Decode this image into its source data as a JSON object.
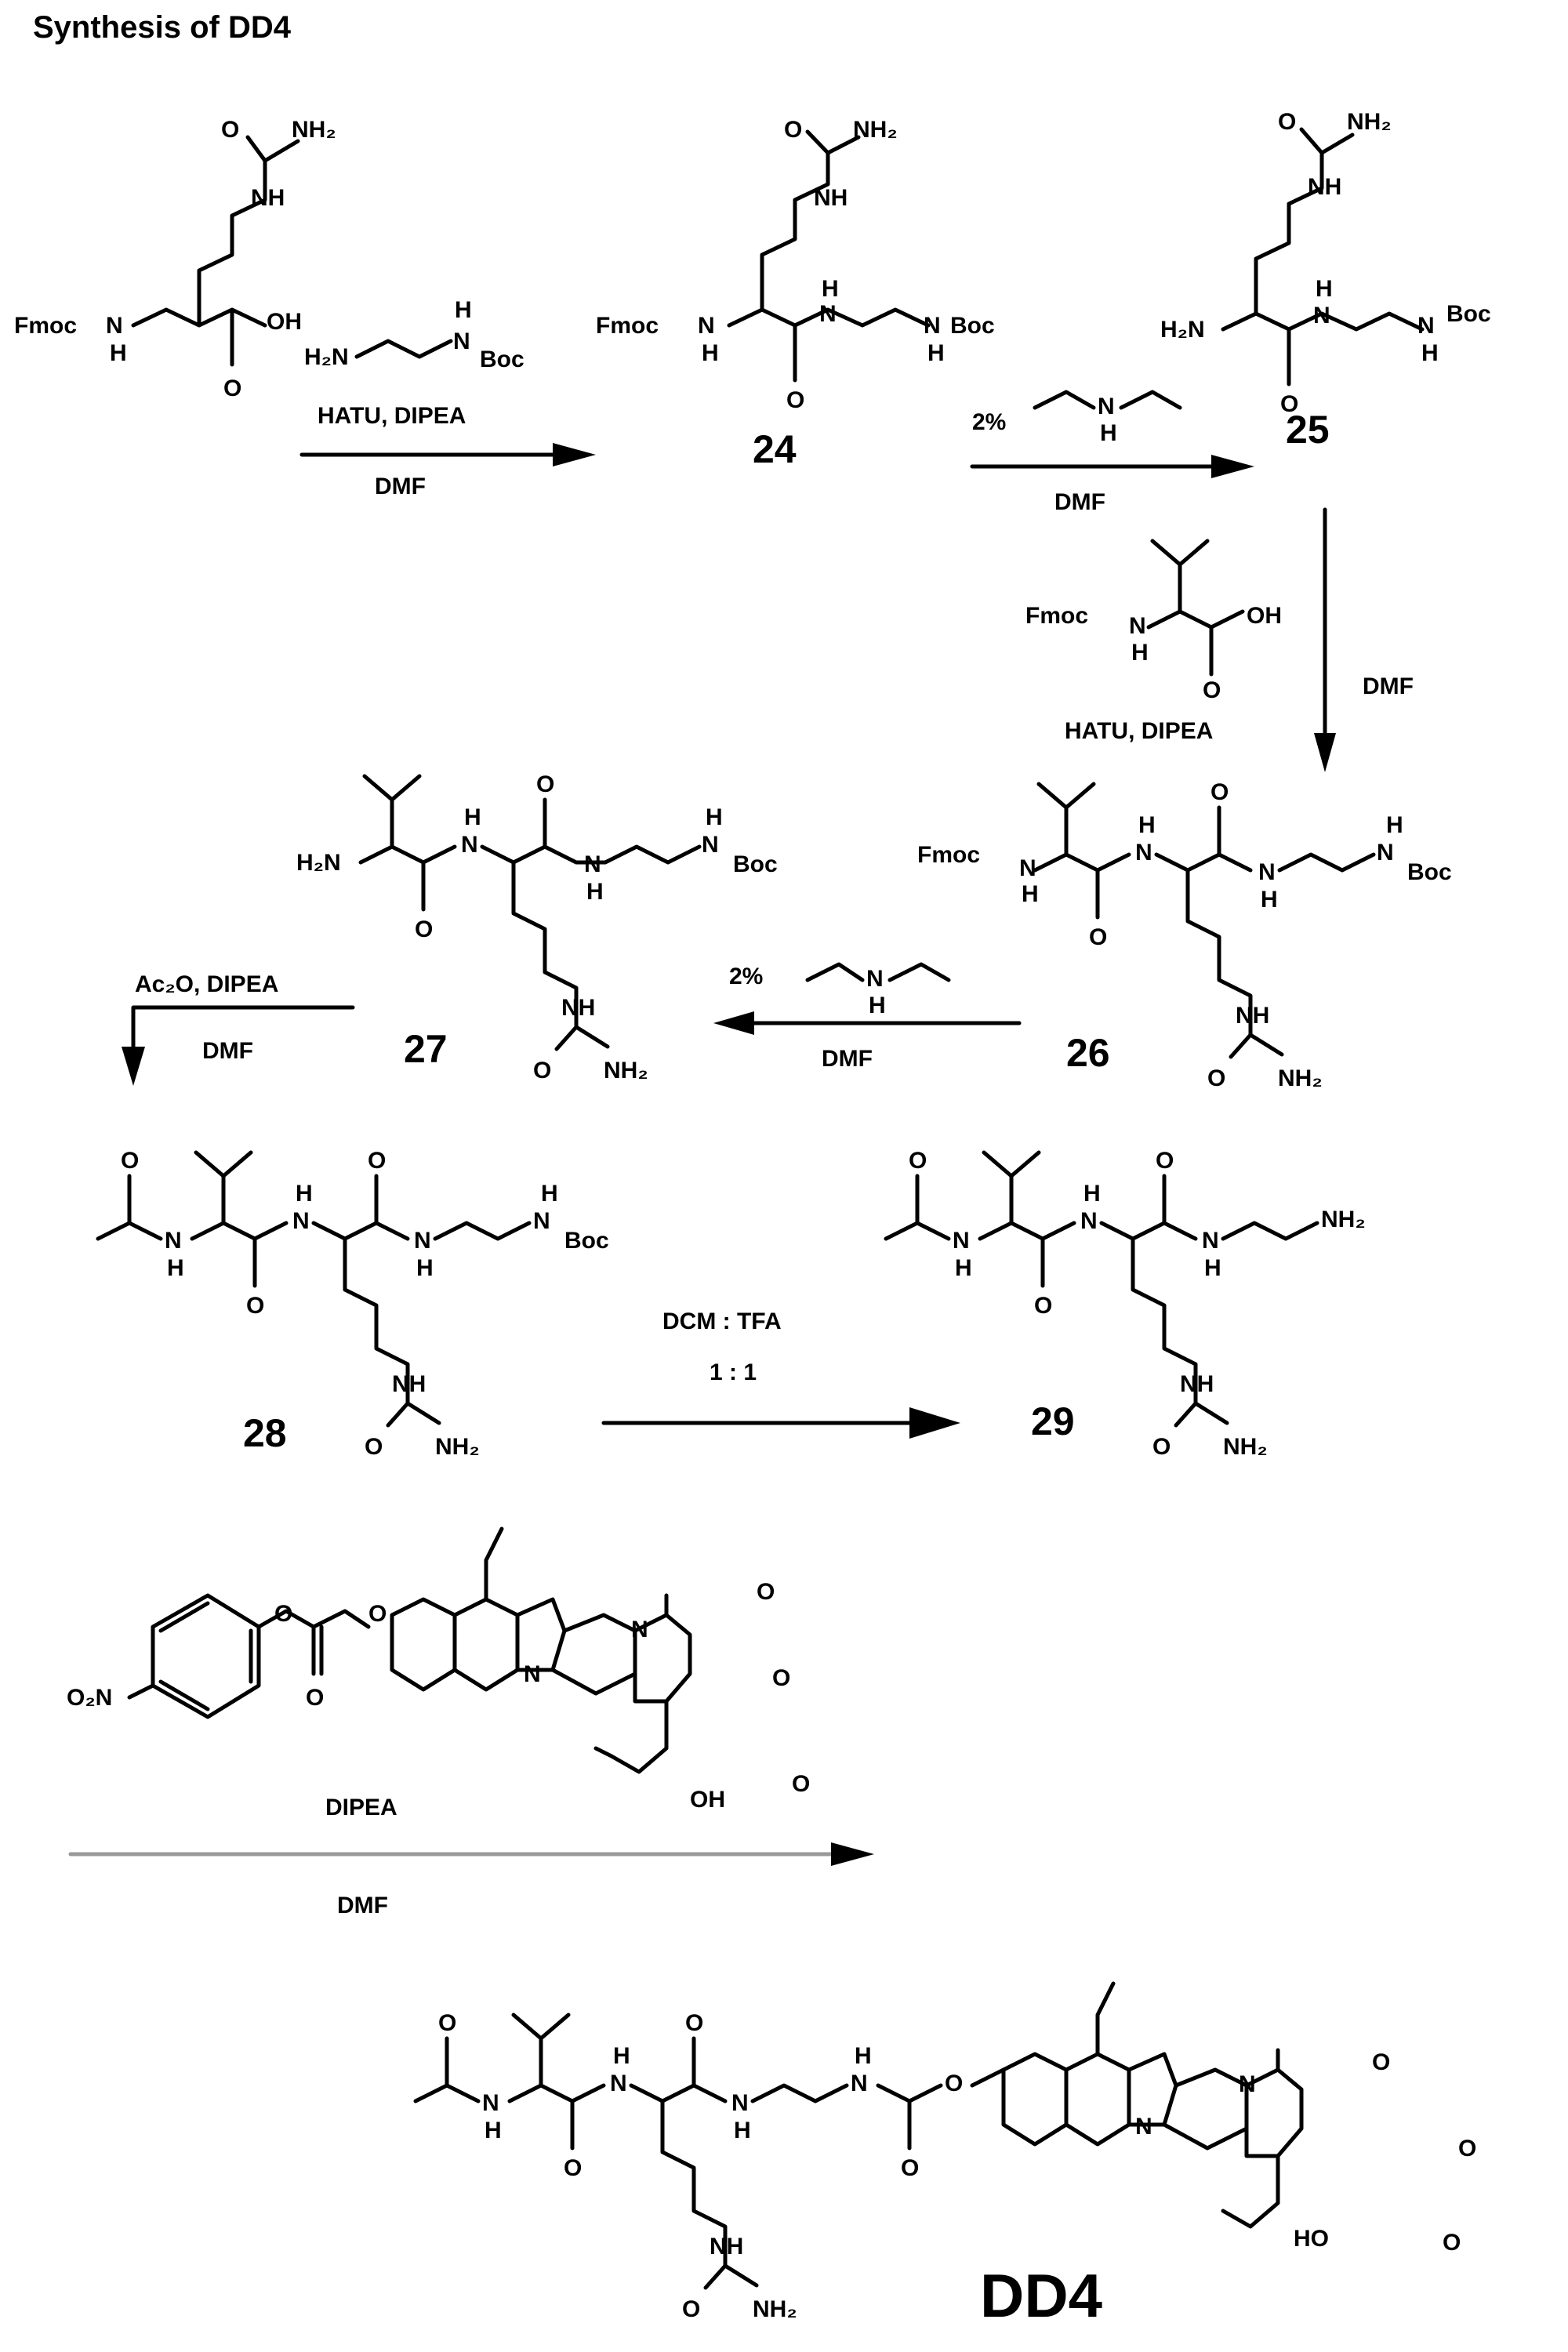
{
  "title": "Synthesis of DD4",
  "compounds": {
    "c24": "24",
    "c25": "25",
    "c26": "26",
    "c27": "27",
    "c28": "28",
    "c29": "29",
    "dd4": "DD4"
  },
  "reagents": {
    "step1_top": "HATU, DIPEA",
    "step1_bottom": "DMF",
    "step2_pct": "2%",
    "step2_bottom": "DMF",
    "step3_right": "DMF",
    "step3_bottom": "HATU, DIPEA",
    "step4_pct": "2%",
    "step4_bottom": "DMF",
    "step5_top": "Ac₂O, DIPEA",
    "step5_bottom": "DMF",
    "step6_top": "DCM : TFA",
    "step6_bottom": "1 : 1",
    "step7_top": "DIPEA",
    "step7_bottom": "DMF"
  },
  "atoms": {
    "fmoc": "Fmoc",
    "boc": "Boc",
    "nh": "NH",
    "nh2": "NH₂",
    "h2n": "H₂N",
    "h": "H",
    "n": "N",
    "o": "O",
    "oh": "OH",
    "ho": "HO",
    "o2n": "O₂N"
  }
}
